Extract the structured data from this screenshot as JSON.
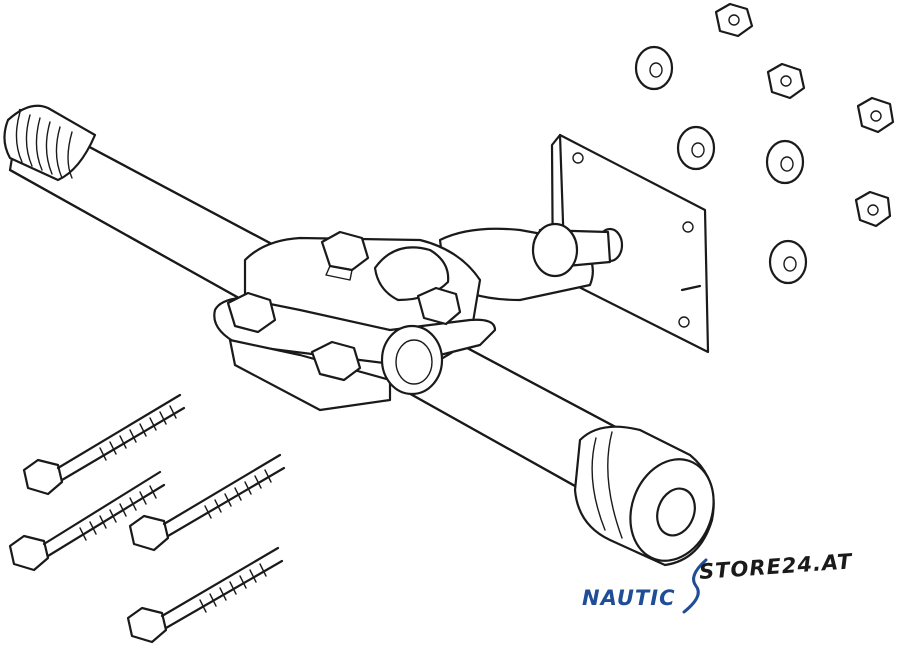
{
  "image": {
    "subject": "boat stern bracket mounting kit illustration",
    "stroke_color": "#1a1a1a",
    "background_color": "#ffffff"
  },
  "watermark": {
    "part_1": "NAUTIC",
    "part_2": "STORE24.AT",
    "part_1_color": "#1f4e96",
    "part_2_color": "#1a1a1a"
  }
}
